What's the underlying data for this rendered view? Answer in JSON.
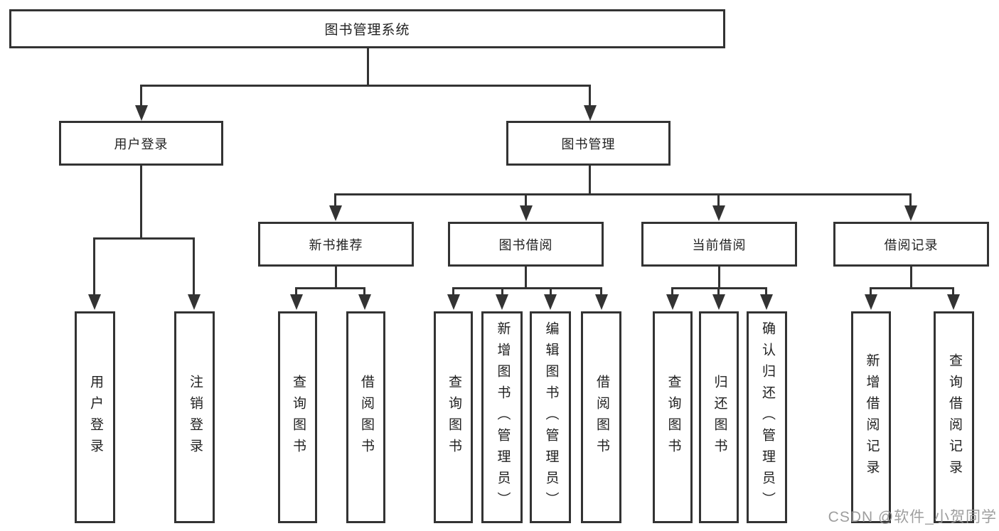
{
  "root": {
    "label": "图书管理系统"
  },
  "branches": {
    "login": {
      "label": "用户登录",
      "children": [
        "用户登录",
        "注销登录"
      ]
    },
    "management": {
      "label": "图书管理"
    }
  },
  "modules": {
    "new_books": {
      "label": "新书推荐",
      "children": [
        "查询图书",
        "借阅图书"
      ]
    },
    "book_borrow": {
      "label": "图书借阅",
      "children": [
        "查询图书",
        "新增图书（管理员）",
        "编辑图书（管理员）",
        "借阅图书"
      ]
    },
    "current_borrow": {
      "label": "当前借阅",
      "children": [
        "查询图书",
        "归还图书",
        "确认归还（管理员）"
      ]
    },
    "borrow_records": {
      "label": "借阅记录",
      "children": [
        "新增借阅记录",
        "查询借阅记录"
      ]
    }
  },
  "watermark": {
    "label": "CSDN @软件_小贺同学"
  },
  "colors": {
    "line": "#333333",
    "box_border": "#333333",
    "text": "#212121",
    "watermark": "#969696",
    "background": "#ffffff"
  }
}
